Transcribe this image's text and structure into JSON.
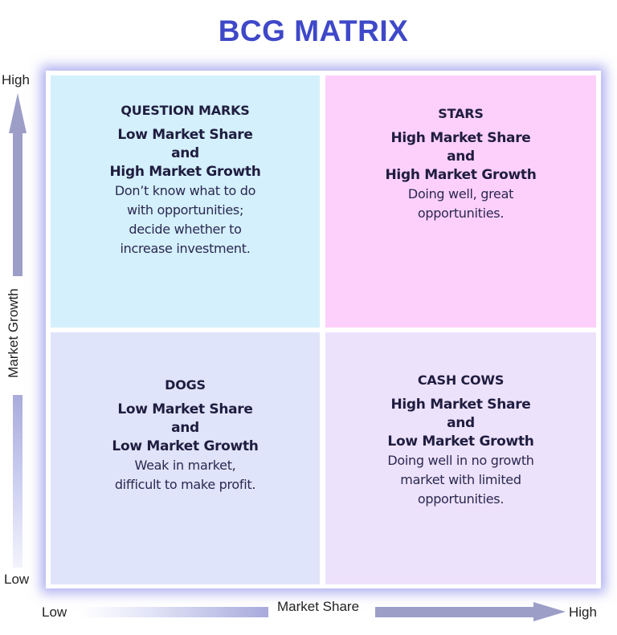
{
  "title": "BCG MATRIX",
  "colors": {
    "title": "#3e48c8",
    "question_marks_bg": "#d4f0fc",
    "stars_bg": "#fdd0fc",
    "dogs_bg": "#e0e4fa",
    "cash_cows_bg": "#ede2fb",
    "arrow": "#9c9ec8",
    "text": "#1f1d3f"
  },
  "axes": {
    "y": {
      "label": "Market Growth",
      "high": "High",
      "low": "Low",
      "icon": "arrow-up-icon"
    },
    "x": {
      "label": "Market Share",
      "low": "Low",
      "high": "High",
      "icon": "arrow-right-icon"
    }
  },
  "quadrants": {
    "question_marks": {
      "name": "QUESTION MARKS",
      "condition": [
        "Low Market Share",
        "and",
        "High Market Growth"
      ],
      "description": [
        "Don’t know what to do",
        "with opportunities;",
        "decide whether to",
        "increase investment."
      ]
    },
    "stars": {
      "name": "STARS",
      "condition": [
        "High Market Share",
        "and",
        "High Market Growth"
      ],
      "description": [
        "Doing well, great",
        "opportunities."
      ]
    },
    "dogs": {
      "name": "DOGS",
      "condition": [
        "Low Market Share",
        "and",
        "Low Market Growth"
      ],
      "description": [
        "Weak in market,",
        "difficult to make profit."
      ]
    },
    "cash_cows": {
      "name": "CASH COWS",
      "condition": [
        "High Market Share",
        "and",
        "Low Market Growth"
      ],
      "description": [
        "Doing well in no growth",
        "market with limited",
        "opportunities."
      ]
    }
  }
}
